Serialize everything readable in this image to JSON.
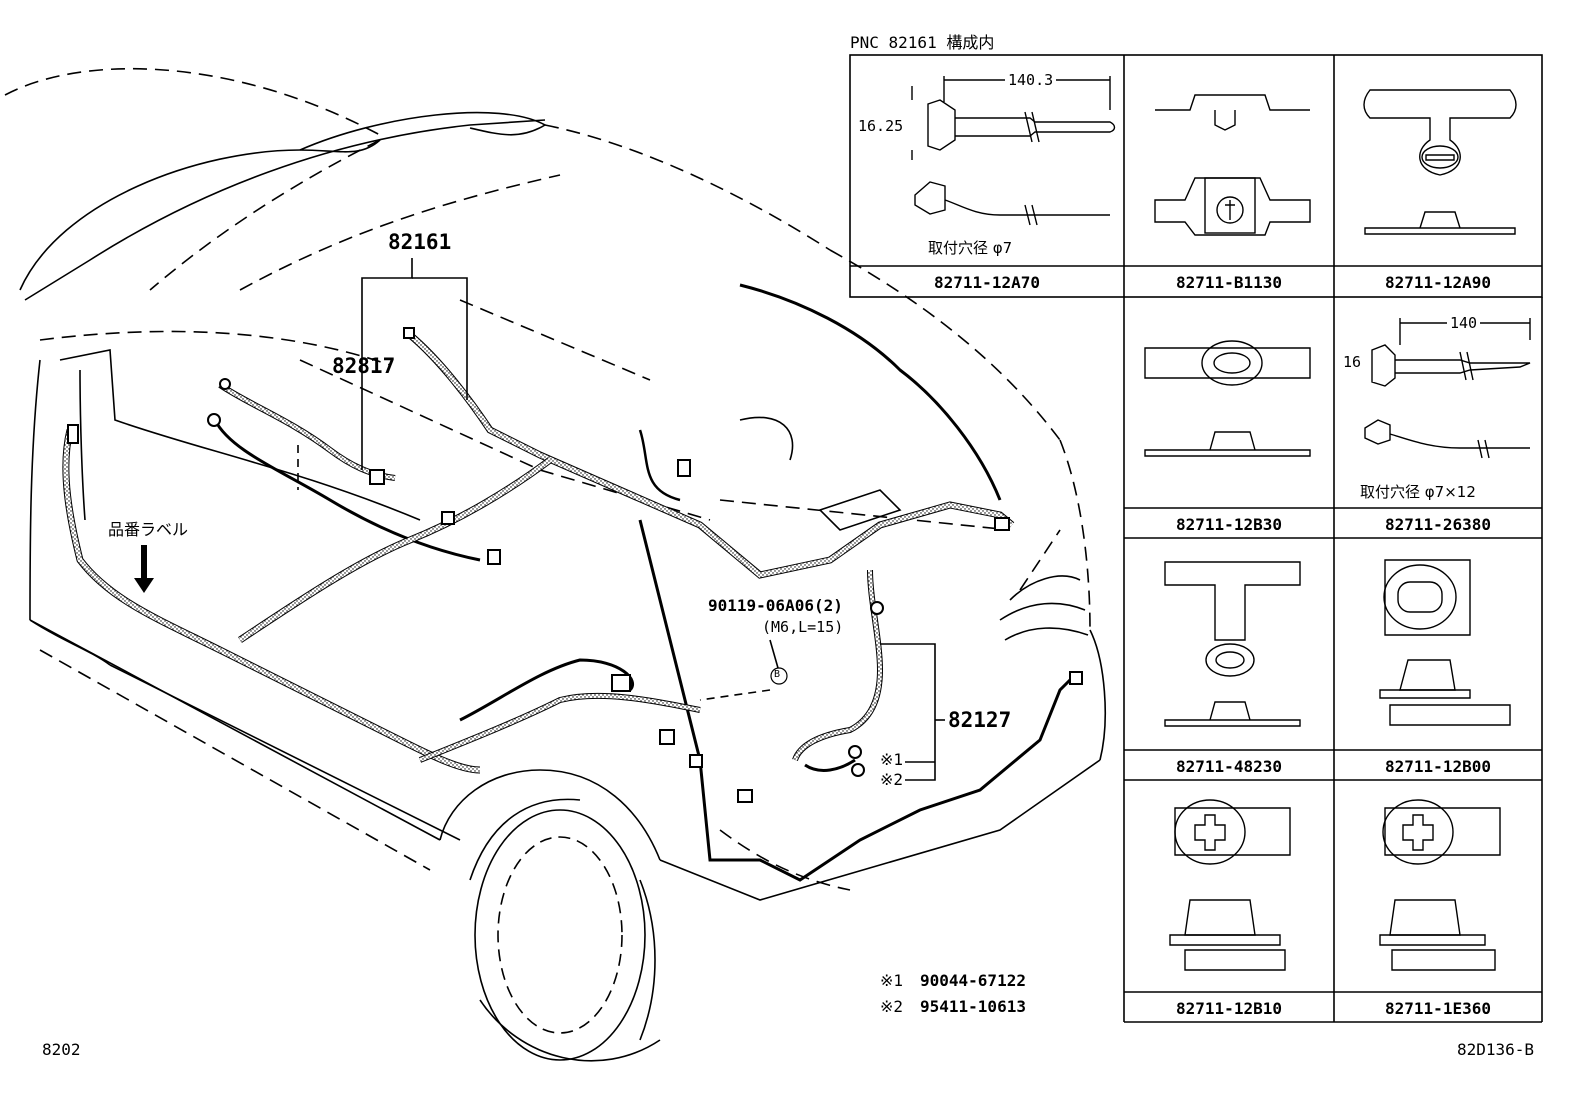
{
  "diagram": {
    "page_code": "8202",
    "figure_code": "82D136-B",
    "label_tag": "品番ラベル",
    "callouts": {
      "main_harness": "82161",
      "sub_harness": "82817",
      "rear_harness": "82127",
      "bolt_part": "90119-06A06(2)",
      "bolt_spec": "(M6,L=15)",
      "bolt_ref": "B",
      "ref1_mark": "※1",
      "ref2_mark": "※2"
    },
    "notes": [
      {
        "mark": "※1",
        "part": "90044-67122"
      },
      {
        "mark": "※2",
        "part": "95411-10613"
      }
    ]
  },
  "clip_table": {
    "heading": "PNC 82161 構成内",
    "cells": [
      {
        "part": "82711-12A70",
        "dims": [
          "140.3",
          "16.25"
        ],
        "hole": "取付穴径 φ7"
      },
      {
        "part": "82711-B1130"
      },
      {
        "part": "82711-12A90"
      },
      {
        "part": "82711-12B30"
      },
      {
        "part": "82711-26380",
        "dims": [
          "140",
          "16"
        ],
        "hole": "取付穴径 φ7×12"
      },
      {
        "part": "82711-48230"
      },
      {
        "part": "82711-12B00"
      },
      {
        "part": "82711-12B10"
      },
      {
        "part": "82711-1E360"
      }
    ]
  }
}
